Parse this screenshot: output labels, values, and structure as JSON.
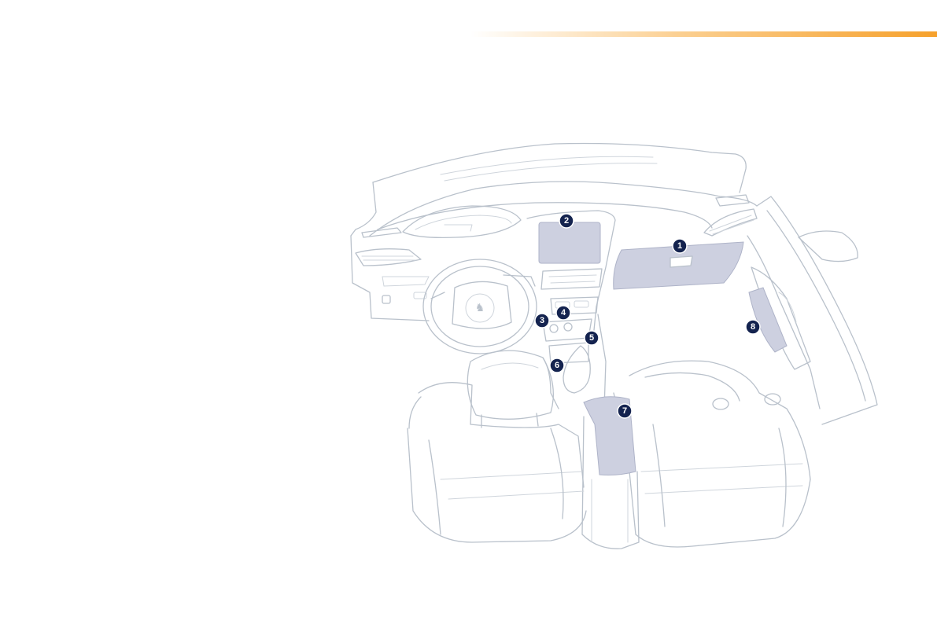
{
  "header": {
    "accent_color": "#f6a12c"
  },
  "diagram": {
    "line_color": "#b9c1cb",
    "zone_color": "#cdd0e0",
    "badge_color": "#14234f",
    "badges": [
      {
        "id": "glovebox",
        "label": "1"
      },
      {
        "id": "dash-screen-storage",
        "label": "2"
      },
      {
        "id": "usb-socket",
        "label": "3"
      },
      {
        "id": "accessory-socket",
        "label": "4"
      },
      {
        "id": "center-tray",
        "label": "5"
      },
      {
        "id": "cup-holder",
        "label": "6"
      },
      {
        "id": "armrest-storage",
        "label": "7"
      },
      {
        "id": "door-pocket",
        "label": "8"
      }
    ]
  }
}
